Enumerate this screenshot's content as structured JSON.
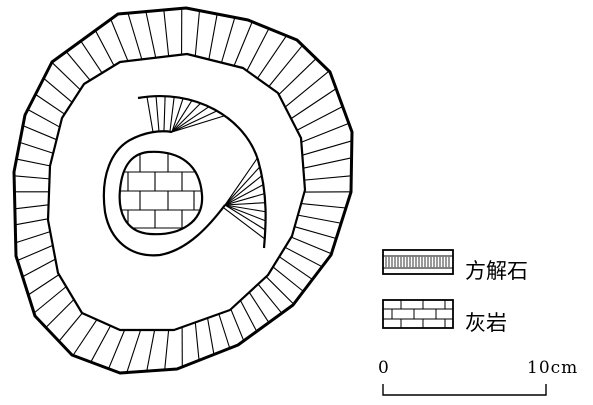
{
  "diagram": {
    "legend": [
      {
        "pattern": "calcite-pattern",
        "label": "方解石"
      },
      {
        "pattern": "limestone-pattern",
        "label": "灰岩"
      }
    ],
    "scale_bar": {
      "start_label": "0",
      "end_label": "10cm"
    },
    "colors": {
      "ink": "#000000",
      "paper": "#ffffff"
    }
  }
}
